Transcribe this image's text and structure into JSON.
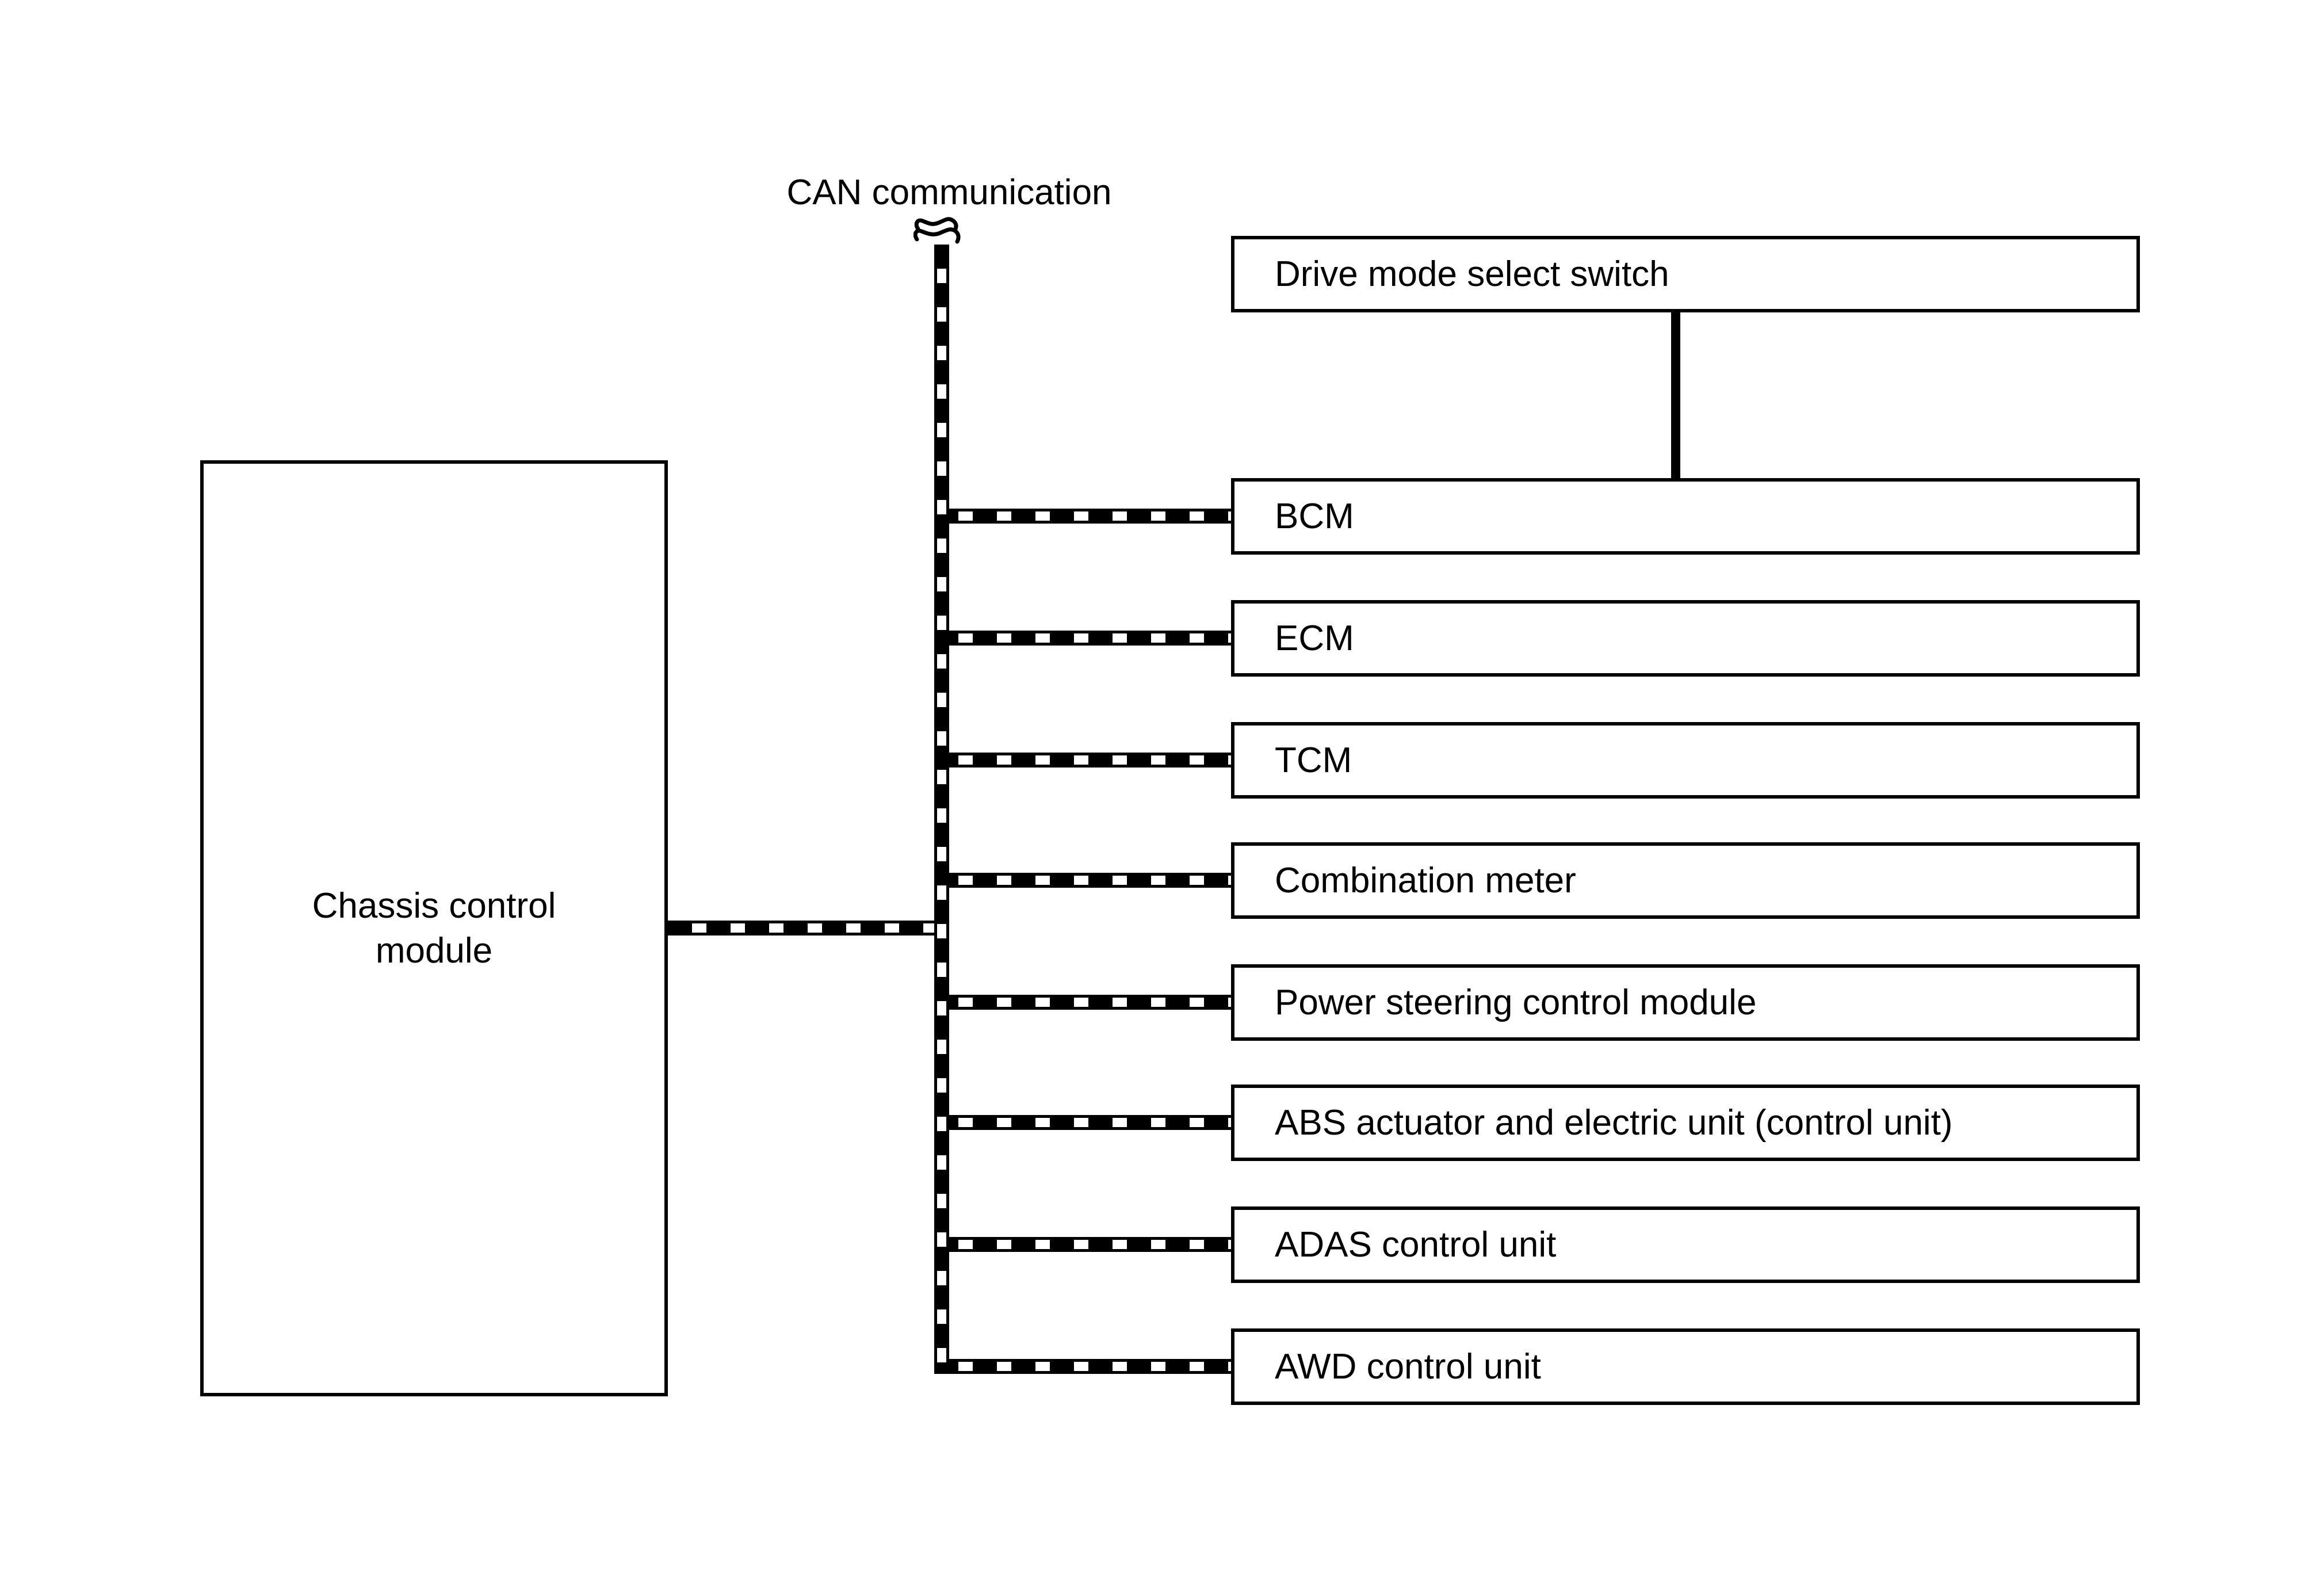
{
  "diagram": {
    "title": "CAN communication",
    "chassis_module": {
      "label": "Chassis control module",
      "line1": "Chassis control",
      "line2": "module"
    },
    "drive_mode_switch": "Drive mode select switch",
    "can_nodes": [
      "BCM",
      "ECM",
      "TCM",
      "Combination meter",
      "Power steering control module",
      "ABS actuator and electric unit (control unit)",
      "ADAS control unit",
      "AWD control unit"
    ],
    "colors": {
      "line": "#000000",
      "background": "#ffffff",
      "box_fill": "#ffffff"
    }
  }
}
